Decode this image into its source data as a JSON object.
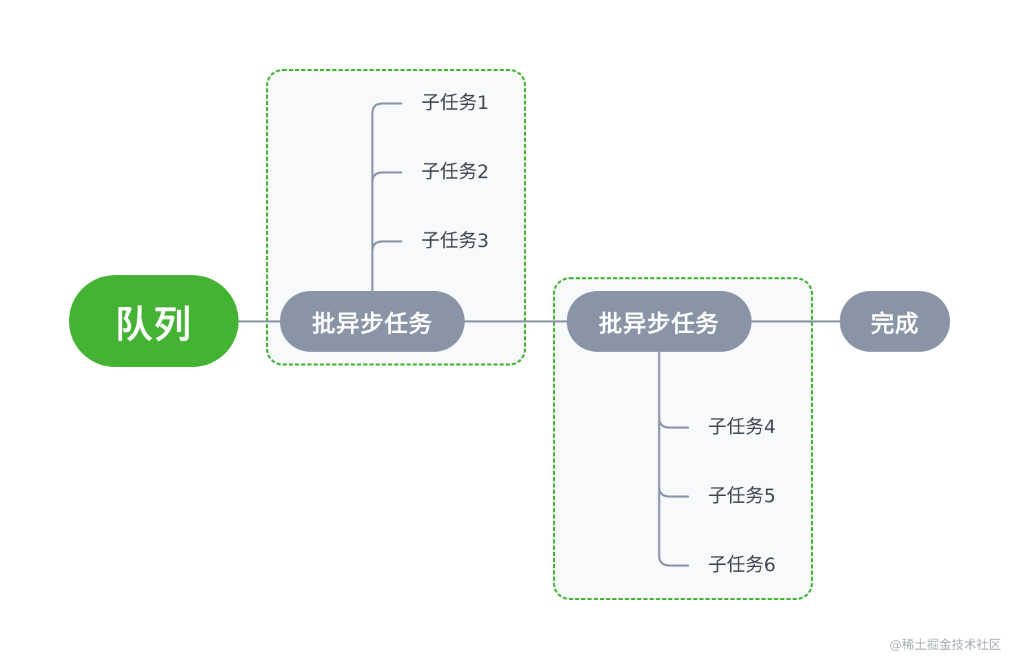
{
  "diagram": {
    "root": {
      "label": "队列",
      "color": "#44b233"
    },
    "stages": [
      {
        "label": "批异步任务",
        "subtasks": [
          "子任务1",
          "子任务2",
          "子任务3"
        ]
      },
      {
        "label": "批异步任务",
        "subtasks": [
          "子任务4",
          "子任务5",
          "子任务6"
        ]
      }
    ],
    "end": {
      "label": "完成"
    },
    "colors": {
      "node": "#8994a6",
      "connector": "#8994a6",
      "group_border": "#44b233",
      "group_fill": "#f7f9fb",
      "subtask_text": "#3c4450"
    }
  },
  "watermark": "@稀土掘金技术社区"
}
